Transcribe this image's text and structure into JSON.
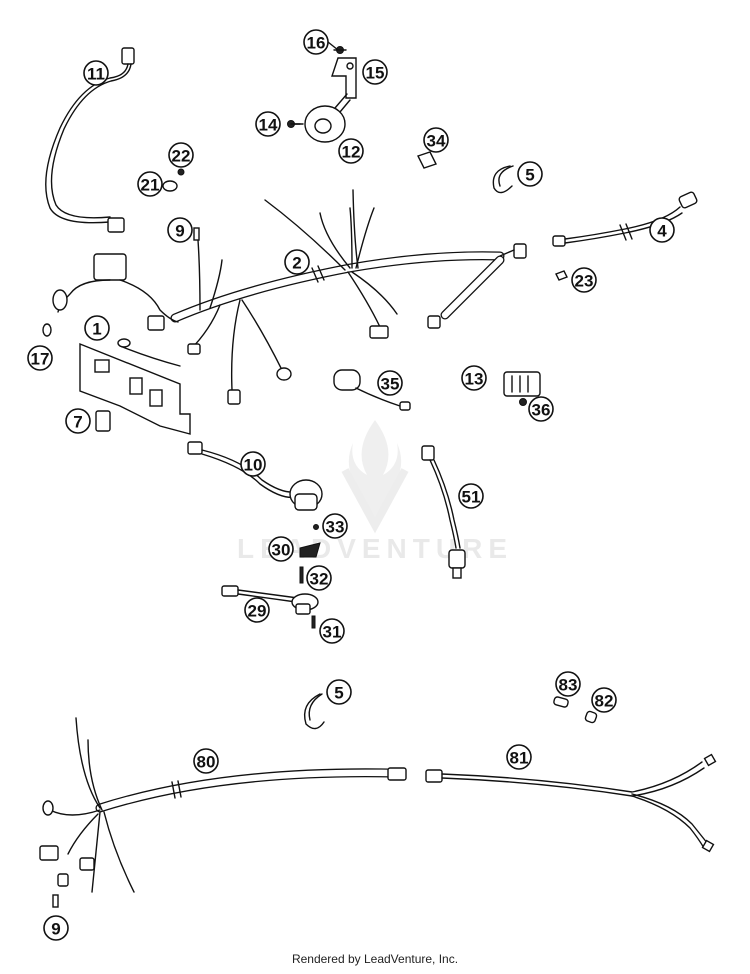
{
  "diagram": {
    "callouts": [
      {
        "id": "c16",
        "label": "16"
      },
      {
        "id": "c15",
        "label": "15"
      },
      {
        "id": "c11",
        "label": "11"
      },
      {
        "id": "c14",
        "label": "14"
      },
      {
        "id": "c12",
        "label": "12"
      },
      {
        "id": "c34",
        "label": "34"
      },
      {
        "id": "c22",
        "label": "22"
      },
      {
        "id": "c21",
        "label": "21"
      },
      {
        "id": "c5a",
        "label": "5"
      },
      {
        "id": "c9a",
        "label": "9"
      },
      {
        "id": "c2",
        "label": "2"
      },
      {
        "id": "c4",
        "label": "4"
      },
      {
        "id": "c23",
        "label": "23"
      },
      {
        "id": "c1",
        "label": "1"
      },
      {
        "id": "c17",
        "label": "17"
      },
      {
        "id": "c13",
        "label": "13"
      },
      {
        "id": "c35",
        "label": "35"
      },
      {
        "id": "c36",
        "label": "36"
      },
      {
        "id": "c7",
        "label": "7"
      },
      {
        "id": "c10",
        "label": "10"
      },
      {
        "id": "c51",
        "label": "51"
      },
      {
        "id": "c33",
        "label": "33"
      },
      {
        "id": "c30",
        "label": "30"
      },
      {
        "id": "c32",
        "label": "32"
      },
      {
        "id": "c29",
        "label": "29"
      },
      {
        "id": "c31",
        "label": "31"
      },
      {
        "id": "c5b",
        "label": "5"
      },
      {
        "id": "c83",
        "label": "83"
      },
      {
        "id": "c82",
        "label": "82"
      },
      {
        "id": "c80",
        "label": "80"
      },
      {
        "id": "c81",
        "label": "81"
      },
      {
        "id": "c9b",
        "label": "9"
      }
    ],
    "watermark": "LEADVENTURE"
  },
  "footer": {
    "credit": "Rendered by LeadVenture, Inc."
  }
}
